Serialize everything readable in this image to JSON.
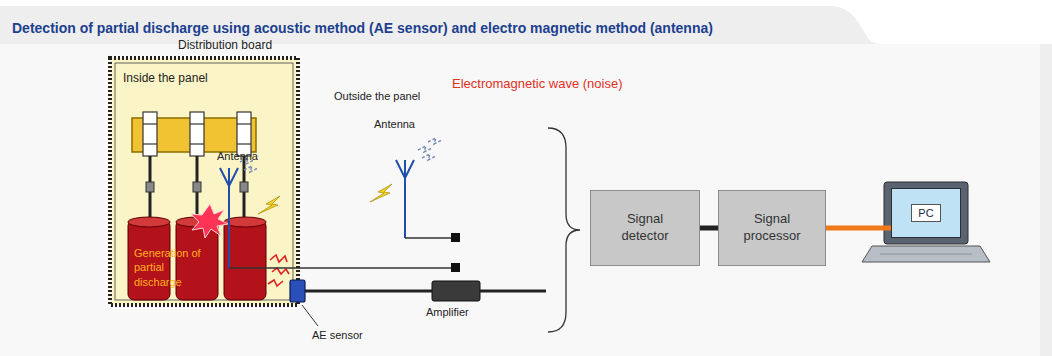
{
  "diagram": {
    "title": "Detection of partial discharge using acoustic method (AE sensor) and electro magnetic method (antenna)",
    "nodes": [
      {
        "text": [
          "Distribution board",
          "Inside the panel"
        ]
      },
      {
        "text": [
          "Generation of partial discharge"
        ],
        "in": 0
      },
      {
        "text": [
          "Signal detector"
        ]
      },
      {
        "text": [
          "Signal processor"
        ]
      },
      {
        "text": [
          "PC"
        ]
      }
    ],
    "edges": [
      {
        "from": 2,
        "to": 3,
        "arrow": "none"
      },
      {
        "from": 3,
        "to": 4,
        "arrow": "none"
      }
    ],
    "labels": [
      "Electromagnetic wave (noise)",
      "Outside the panel",
      "Antenna",
      "Antenna",
      "Amplifier",
      "AE sensor"
    ]
  }
}
